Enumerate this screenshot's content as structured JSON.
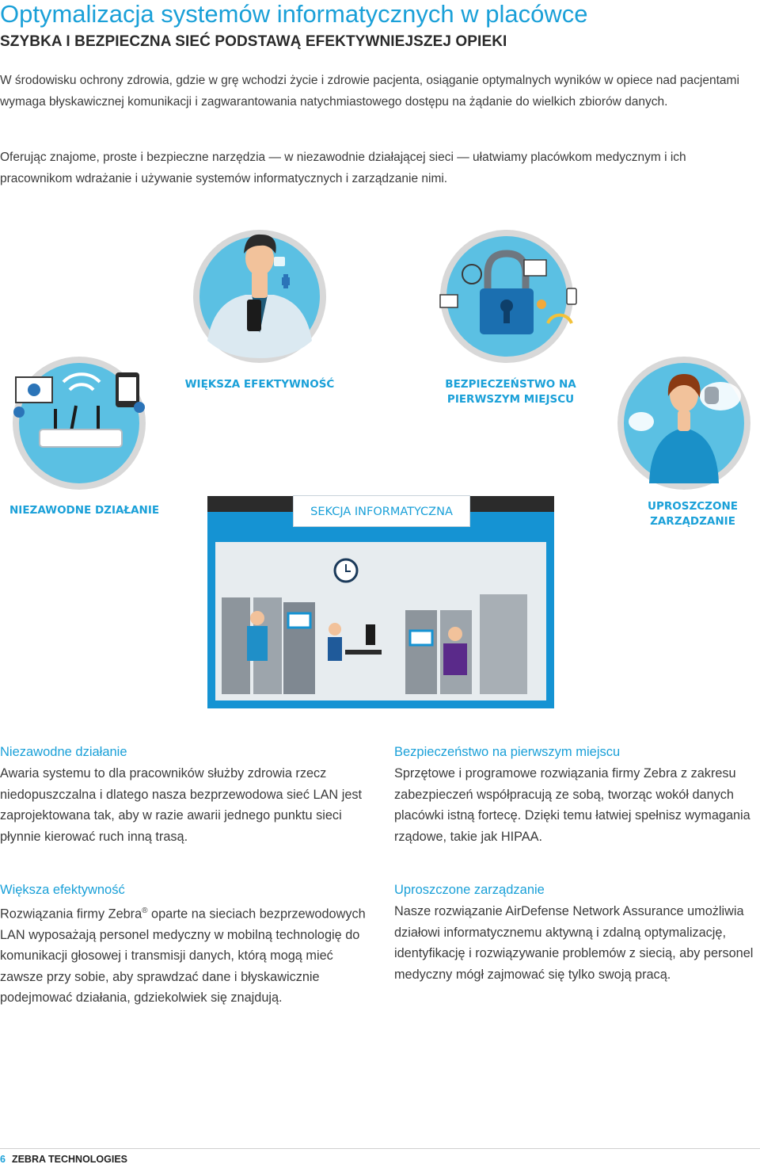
{
  "header": {
    "title": "Optymalizacja systemów informatycznych w placówce",
    "subtitle": "SZYBKA I BEZPIECZNA SIEĆ PODSTAWĄ EFEKTYWNIEJSZEJ OPIEKI"
  },
  "intro": {
    "p1": "W środowisku ochrony zdrowia, gdzie w grę wchodzi życie i zdrowie pacjenta, osiąganie optymalnych wyników w opiece nad pacjentami wymaga błyskawicznej komunikacji i zagwarantowania natychmiastowego dostępu na żądanie do wielkich zbiorów danych.",
    "p2": "Oferując znajome, proste i bezpieczne narzędzia — w niezawodnie działającej sieci — ułatwiamy placówkom medycznym i ich pracownikom wdrażanie i używanie systemów informatycznych i zarządzanie nimi."
  },
  "infographic": {
    "label_efficiency": "WIĘKSZA EFEKTYWNOŚĆ",
    "label_security": "BEZPIECZEŃSTWO NA PIERWSZYM MIEJSCU",
    "label_reliability": "NIEZAWODNE DZIAŁANIE",
    "label_simplified": "UPROSZCZONE ZARZĄDZANIE",
    "section_banner": "SEKCJA INFORMATYCZNA",
    "colors": {
      "accent": "#1aa0d8",
      "circle_fill": "#5bc0e3",
      "circle_ring": "#d8d8d8",
      "room_frame": "#1593d3",
      "room_wall": "#e7ecef"
    },
    "icons": [
      "doctor-icon",
      "lock-icon",
      "router-icon",
      "admin-woman-icon",
      "clock-icon",
      "server-rack-icon"
    ]
  },
  "body": {
    "reliability": {
      "heading": "Niezawodne działanie",
      "text": "Awaria systemu to dla pracowników służby zdrowia rzecz niedopuszczalna i dlatego nasza bezprzewodowa sieć LAN jest zaprojektowana tak, aby w razie awarii jednego punktu sieci płynnie kierować ruch inną trasą."
    },
    "efficiency": {
      "heading": "Większa efektywność",
      "text_before": "Rozwiązania firmy Zebra",
      "registered": "®",
      "text_after": " oparte na sieciach bezprzewodowych LAN wyposażają personel medyczny w mobilną technologię do komunikacji głosowej i transmisji danych, którą mogą mieć zawsze przy sobie, aby sprawdzać dane i błyskawicznie podejmować działania, gdziekolwiek się znajdują."
    },
    "security": {
      "heading": "Bezpieczeństwo na pierwszym miejscu",
      "text": "Sprzętowe i programowe rozwiązania firmy Zebra z zakresu zabezpieczeń współpracują ze sobą, tworząc wokół danych placówki istną fortecę. Dzięki temu łatwiej spełnisz wymagania rządowe, takie jak HIPAA."
    },
    "simplified": {
      "heading": "Uproszczone zarządzanie",
      "text": "Nasze rozwiązanie AirDefense Network Assurance umożliwia działowi informatycznemu aktywną i zdalną optymalizację, identyfikację i rozwiązywanie problemów z siecią, aby personel medyczny mógł zajmować się tylko swoją pracą."
    }
  },
  "footer": {
    "page_number": "6",
    "company": "ZEBRA TECHNOLOGIES"
  }
}
